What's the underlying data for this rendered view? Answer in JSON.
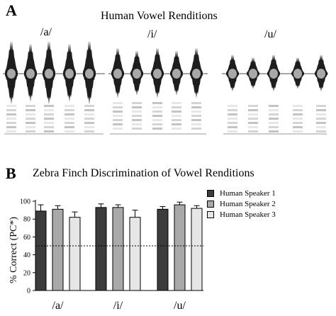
{
  "panel_a": {
    "letter": "A",
    "title": "Human Vowel Renditions",
    "vowels": [
      "/a/",
      "/i/",
      "/u/"
    ]
  },
  "panel_b": {
    "letter": "B",
    "title": "Zebra Finch Discrimination of Vowel Renditions"
  },
  "colors": {
    "speaker1": "#3c3c3c",
    "speaker2": "#a9a9a9",
    "speaker3": "#e6e6e6"
  },
  "chart_data": {
    "type": "bar",
    "title": "Zebra Finch Discrimination of Vowel Renditions",
    "ylabel": "% Correct (PC*)",
    "xlabel": "",
    "categories": [
      "/a/",
      "/i/",
      "/u/"
    ],
    "series": [
      {
        "name": "Human Speaker 1",
        "values": [
          89,
          93,
          91
        ],
        "errors": [
          7,
          4,
          3
        ]
      },
      {
        "name": "Human Speaker 2",
        "values": [
          91,
          93,
          96
        ],
        "errors": [
          4,
          3,
          3
        ]
      },
      {
        "name": "Human Speaker 3",
        "values": [
          82,
          82,
          92
        ],
        "errors": [
          6,
          8,
          3
        ]
      }
    ],
    "ylim": [
      0,
      100
    ],
    "yticks": [
      0,
      20,
      40,
      60,
      80,
      100
    ],
    "reference_line": 50,
    "legend_position": "top-right",
    "grid": false
  }
}
